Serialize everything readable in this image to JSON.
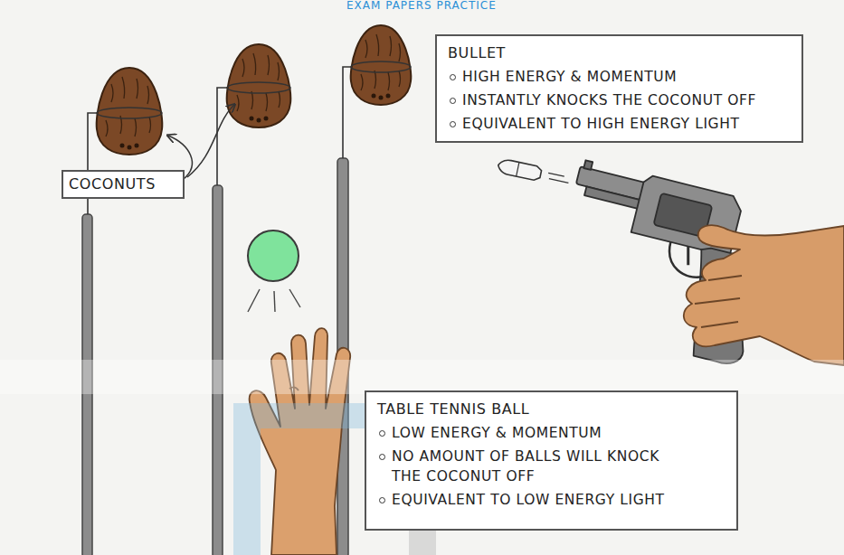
{
  "diagram": {
    "nodes": [
      {
        "text": [
          "COCONUTS"
        ]
      },
      {
        "text": [
          "BULLET",
          "HIGH ENERGY & MOMENTUM",
          "INSTANTLY KNOCKS THE COCONUT OFF",
          "EQUIVALENT TO HIGH ENERGY LIGHT"
        ]
      },
      {
        "text": [
          "TABLE TENNIS BALL",
          "LOW ENERGY & MOMENTUM",
          "NO AMOUNT OF BALLS WILL KNOCK THE COCONUT OFF",
          "EQUIVALENT TO LOW ENERGY LIGHT"
        ]
      }
    ],
    "labels": [
      "EXAM PAPERS PRACTICE"
    ]
  }
}
